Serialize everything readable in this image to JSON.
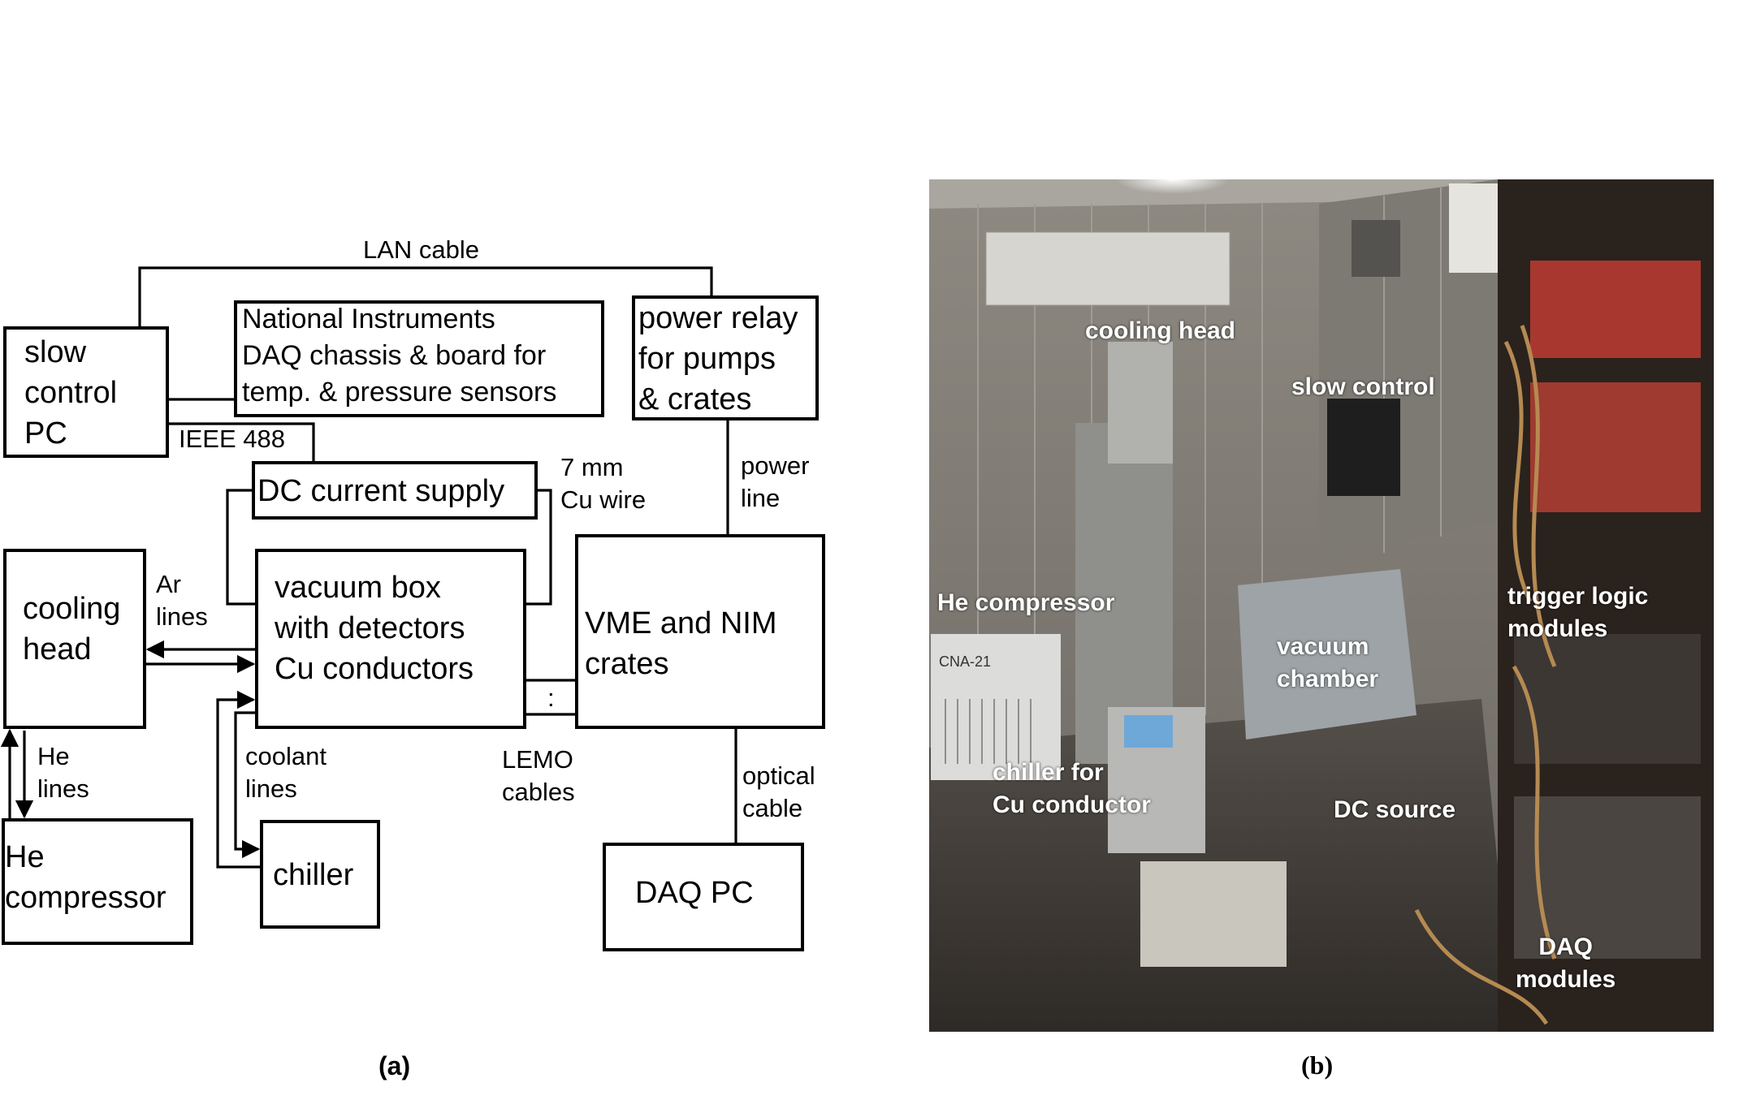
{
  "panel_a": {
    "lan_cable": "LAN cable",
    "slow_control_pc": [
      "slow",
      "control",
      "PC"
    ],
    "ni_daq": [
      "National Instruments",
      "DAQ chassis & board for",
      "temp. & pressure sensors"
    ],
    "power_relay": [
      "power relay",
      "for pumps",
      "& crates"
    ],
    "ieee": "IEEE 488",
    "dc_supply": "DC current supply",
    "cu_wire": [
      "7 mm",
      "Cu wire"
    ],
    "power_line": [
      "power",
      "line"
    ],
    "cooling_head": [
      "cooling",
      "head"
    ],
    "ar_lines": [
      "Ar",
      "lines"
    ],
    "vacuum_box": [
      "vacuum box",
      "with detectors",
      "Cu conductors"
    ],
    "vme_nim": [
      "VME and NIM",
      "crates"
    ],
    "he_lines": [
      "He",
      "lines"
    ],
    "coolant_lines": [
      "coolant",
      "lines"
    ],
    "lemo_cables": [
      "LEMO",
      "cables"
    ],
    "optical_cable": [
      "optical",
      "cable"
    ],
    "he_compressor": [
      "He",
      "compressor"
    ],
    "chiller": "chiller",
    "daq_pc": "DAQ PC",
    "colon": ":",
    "caption": "(a)"
  },
  "panel_b": {
    "labels": {
      "cooling_head": "cooling head",
      "slow_control": "slow control",
      "he_compressor": "He compressor",
      "trigger_logic": [
        "trigger logic",
        "modules"
      ],
      "vacuum_chamber": [
        "vacuum",
        "chamber"
      ],
      "chiller": [
        "chiller for",
        "Cu conductor"
      ],
      "dc_source": "DC source",
      "daq_modules": [
        "DAQ",
        "modules"
      ],
      "cna": "CNA-21"
    },
    "caption": "(b)"
  }
}
